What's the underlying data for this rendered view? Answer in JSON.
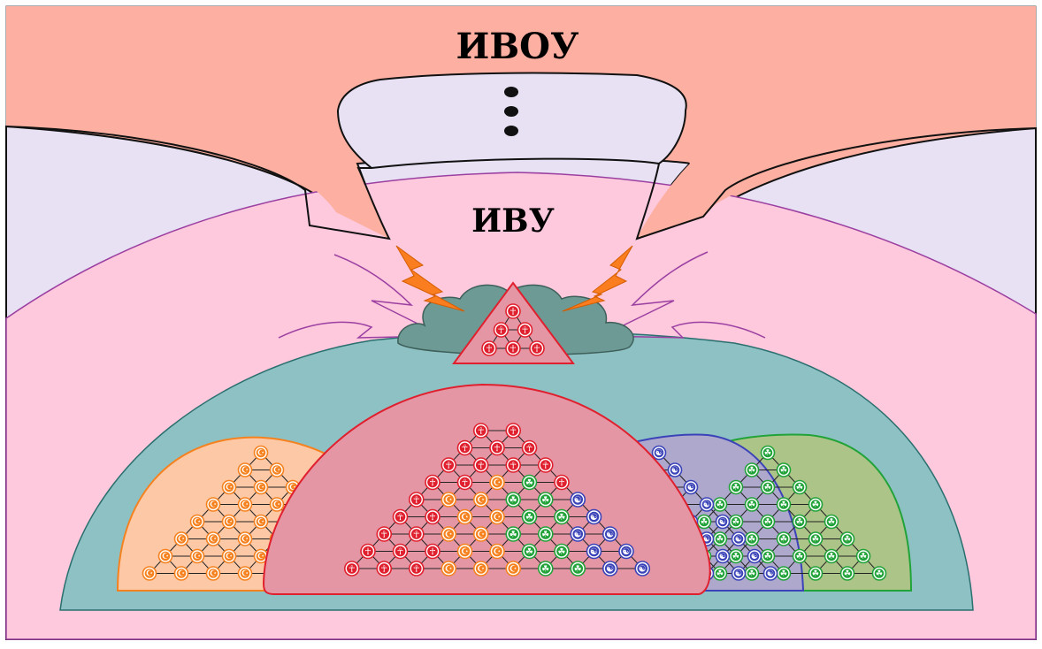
{
  "labels": {
    "outer_title": "ИВОУ",
    "inner_title": "ИВУ",
    "ellipsis_dots": "•••"
  },
  "colors": {
    "background_top": "#fdafa1",
    "band_lavender": "#e7e1f3",
    "inner_pink": "#fec8dd",
    "ocean_teal": "#8ec1c3",
    "cloud_gray": "#6d9a94",
    "bolt_orange": "#fa7d1f",
    "red": "#e0202e",
    "orange": "#f5821f",
    "green": "#21a339",
    "blue": "#3b43b8",
    "orange_dome_fill": "#fdc8a6",
    "blue_dome_fill": "#aea8cd",
    "green_dome_fill": "#adc488",
    "red_dome_fill": "#e596a4"
  },
  "groups": [
    {
      "name": "red",
      "symbol": "☥",
      "color": "red"
    },
    {
      "name": "orange",
      "symbol": "☪",
      "color": "orange"
    },
    {
      "name": "green",
      "symbol": "☘",
      "color": "green"
    },
    {
      "name": "blue",
      "symbol": "☯",
      "color": "blue"
    }
  ]
}
